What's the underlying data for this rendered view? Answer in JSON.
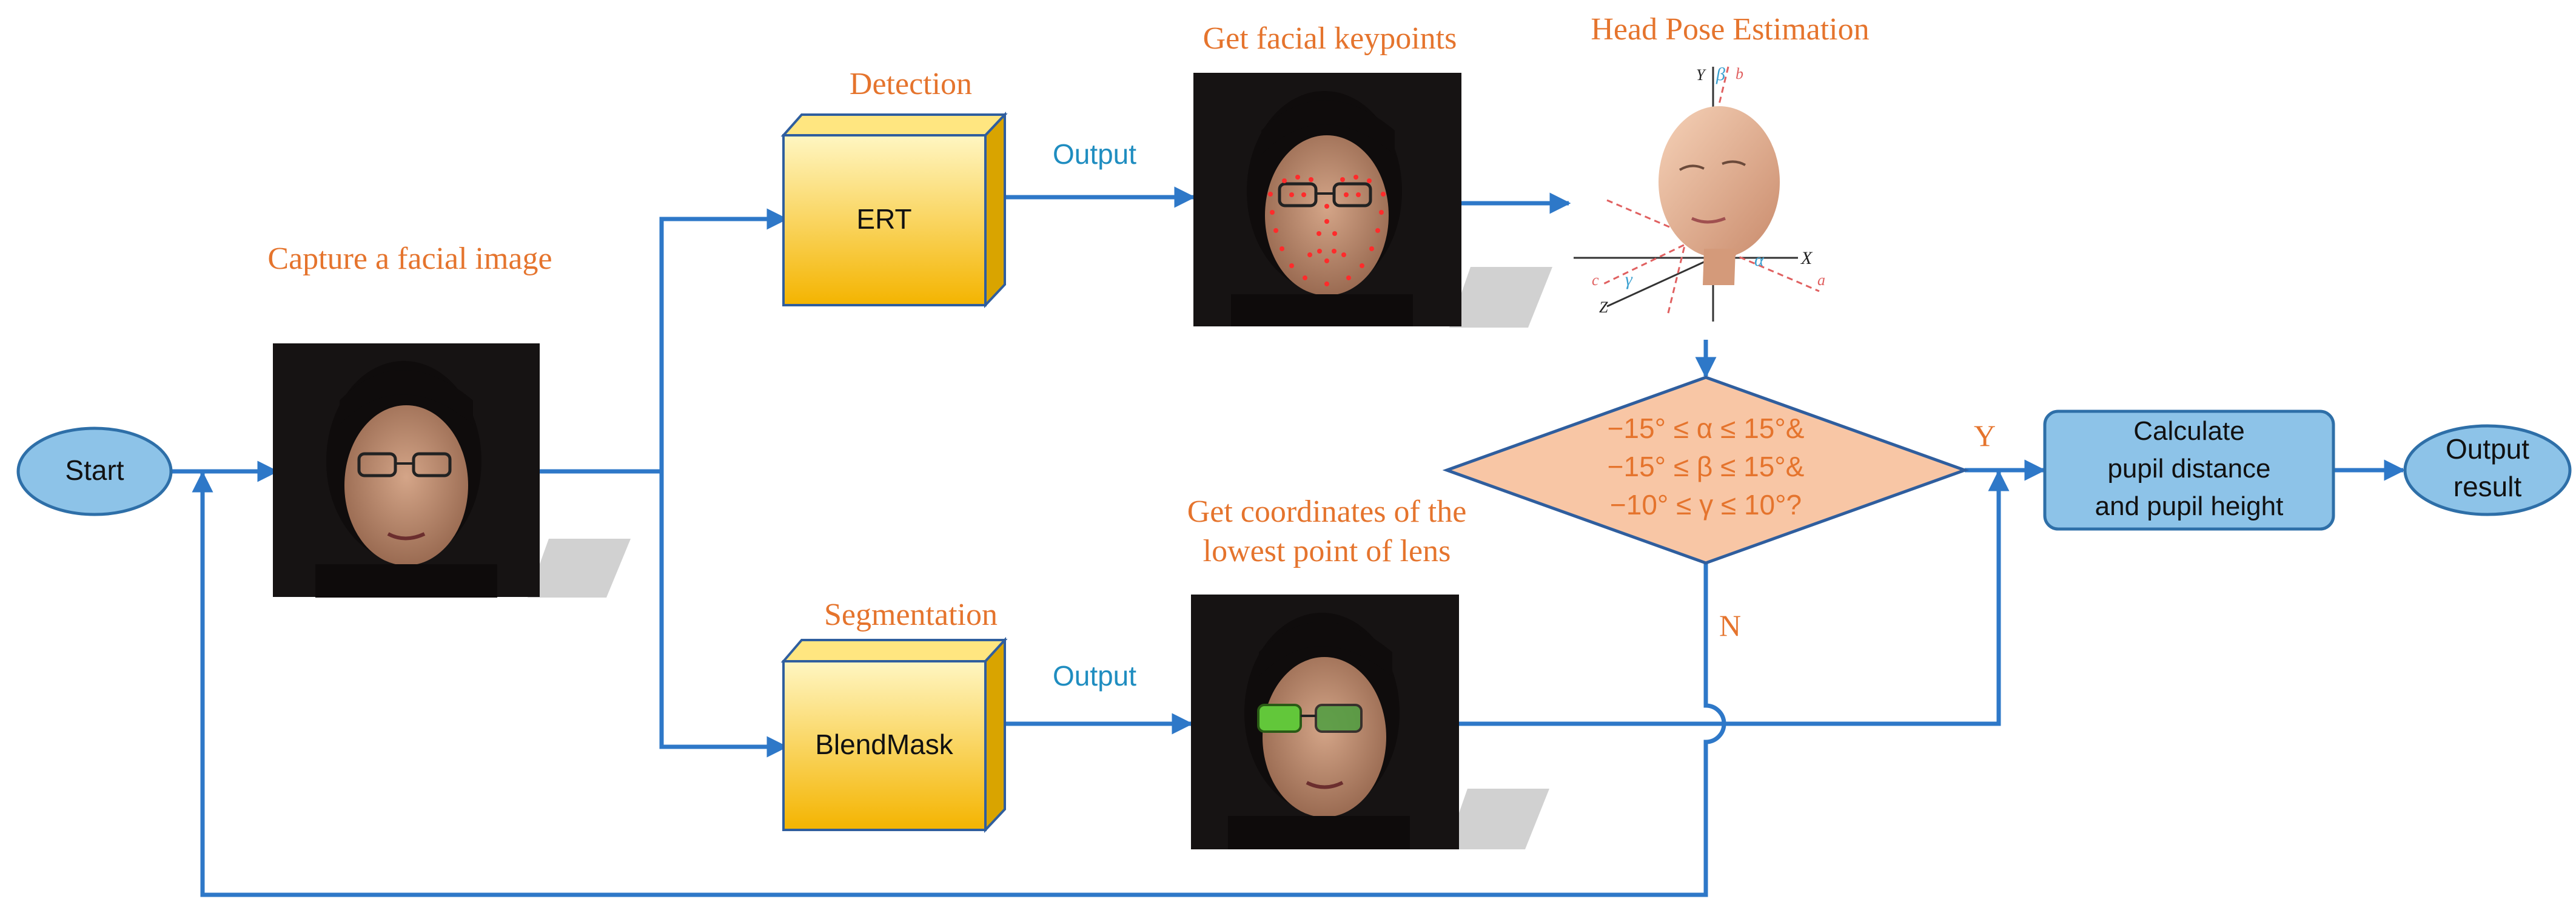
{
  "nodes": {
    "start": "Start",
    "capture_label": "Capture a facial image",
    "detection_label": "Detection",
    "ert": "ERT",
    "segmentation_label": "Segmentation",
    "blendmask": "BlendMask",
    "output_top": "Output",
    "output_bottom": "Output",
    "keypoints_label": "Get facial keypoints",
    "lens_label_line1": "Get coordinates of the",
    "lens_label_line2": "lowest point of  lens",
    "headpose_label": "Head Pose Estimation",
    "condition_line1": "−15° ≤ α ≤ 15°&",
    "condition_line2": "−15° ≤ β ≤ 15°&",
    "condition_line3": "−10° ≤ γ ≤ 10°?",
    "yes": "Y",
    "no": "N",
    "calc_line1": "Calculate",
    "calc_line2": "pupil distance",
    "calc_line3": "and pupil height",
    "output_result_line1": "Output",
    "output_result_line2": "result"
  },
  "axes": {
    "x": "X",
    "y": "Y",
    "z": "Z",
    "alpha": "α",
    "beta": "β",
    "gamma": "γ",
    "a": "a",
    "b": "b",
    "c": "c"
  },
  "colors": {
    "line": "#2E78C8",
    "accent": "#E5742D",
    "output_blue": "#1F8DC0",
    "oval_fill": "#8DC3E8",
    "box_fill": "#F8C318",
    "diamond_fill": "#F8C6A5",
    "lens_green": "#62C73A"
  }
}
